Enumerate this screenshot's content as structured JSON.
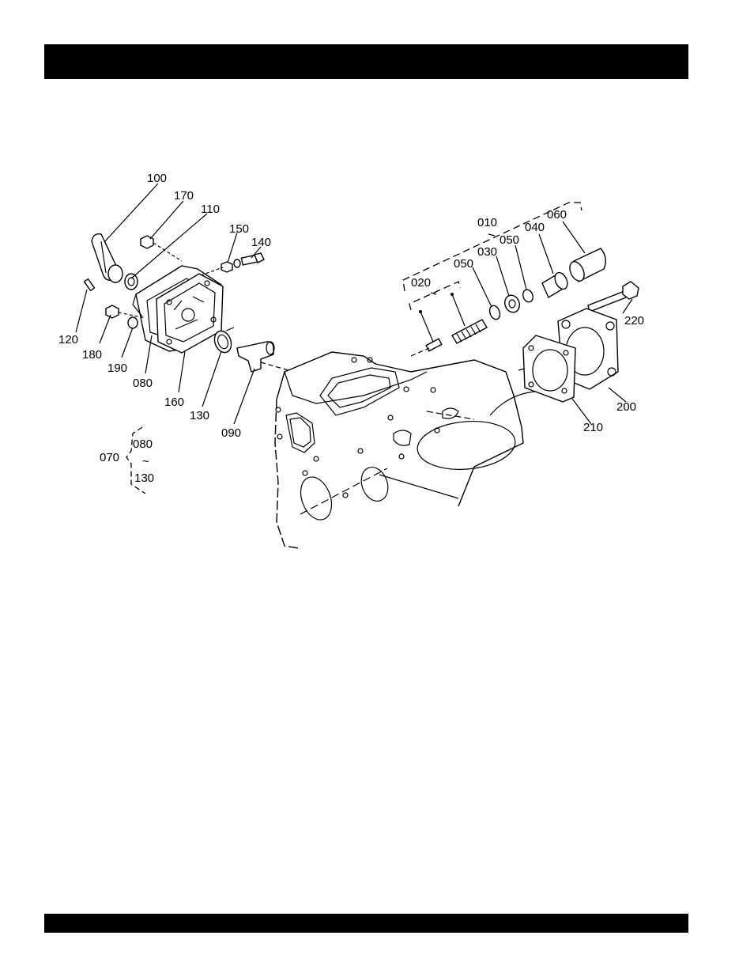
{
  "header": {
    "title": ""
  },
  "footer": {
    "text": ""
  },
  "diagram": {
    "callouts": {
      "c100": "100",
      "c170": "170",
      "c110": "110",
      "c150": "150",
      "c140": "140",
      "c120": "120",
      "c180": "180",
      "c190": "190",
      "c080": "080",
      "c160": "160",
      "c130": "130",
      "c090": "090",
      "c010": "010",
      "c060": "060",
      "c040": "040",
      "c050a": "050",
      "c030": "030",
      "c050b": "050",
      "c020": "020",
      "c220": "220",
      "c210": "210",
      "c200": "200"
    },
    "group_070": {
      "label": "070",
      "top": "080",
      "bottom": "130",
      "tilde": "~"
    }
  }
}
